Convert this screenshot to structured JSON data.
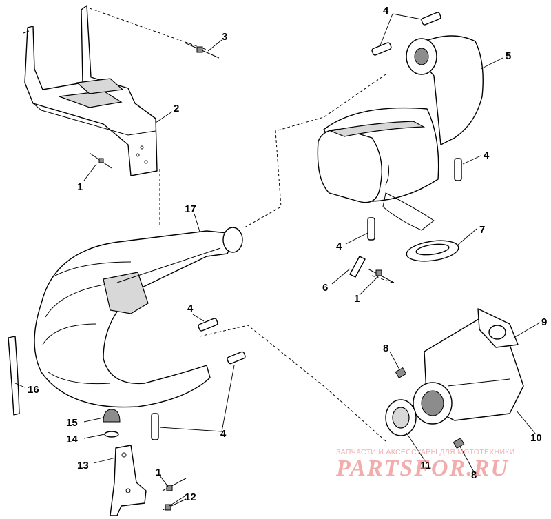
{
  "diagram": {
    "callouts": [
      "1",
      "2",
      "3",
      "4",
      "5",
      "6",
      "7",
      "8",
      "9",
      "10",
      "11",
      "12",
      "13",
      "14",
      "15",
      "16",
      "17"
    ],
    "callout_labels": {
      "c1a": "1",
      "c2": "2",
      "c3": "3",
      "c4a": "4",
      "c5": "5",
      "c4b": "4",
      "c4c": "4",
      "c7": "7",
      "c6": "6",
      "c1b": "1",
      "c17": "17",
      "c4d": "4",
      "c9": "9",
      "c8a": "8",
      "c16": "16",
      "c10": "10",
      "c15": "15",
      "c14": "14",
      "c4e": "4",
      "c13": "13",
      "c11": "11",
      "c8b": "8",
      "c1c": "1",
      "c12": "12"
    }
  },
  "watermark": {
    "tagline": "ЗАПЧАСТИ И АКСЕССУАРЫ ДЛЯ МОТОТЕХНИКИ",
    "logo": "PARTSFOR.RU",
    "color": "#ef8a8a"
  }
}
